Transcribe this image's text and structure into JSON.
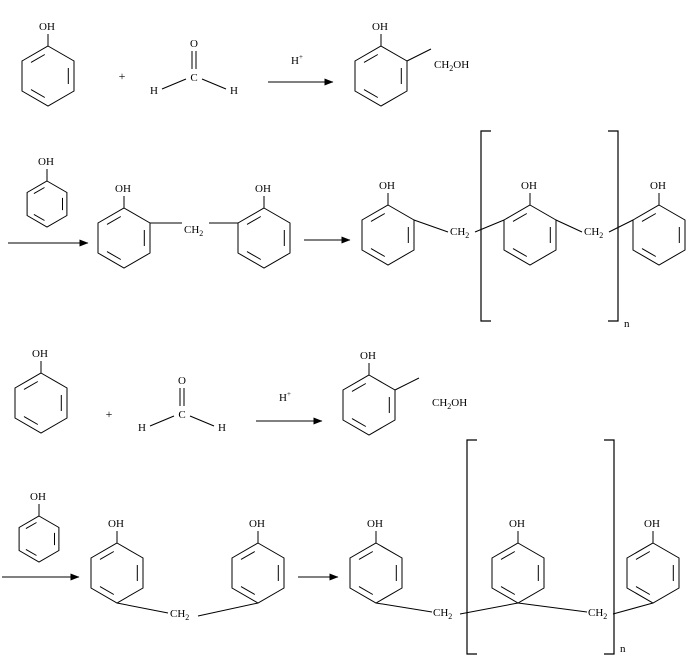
{
  "labels": {
    "oh": "OH",
    "ch2oh": "CH2OH",
    "ch2": "CH2",
    "ch2_main": "CH",
    "ch2oh_main": "CH",
    "oh_tail": "OH",
    "o": "O",
    "h": "H",
    "h_plus": "H",
    "plus_sup": "+",
    "plus": "+",
    "two": "2",
    "n": "n"
  },
  "colors": {
    "ink": "#000000",
    "background": "#ffffff"
  }
}
